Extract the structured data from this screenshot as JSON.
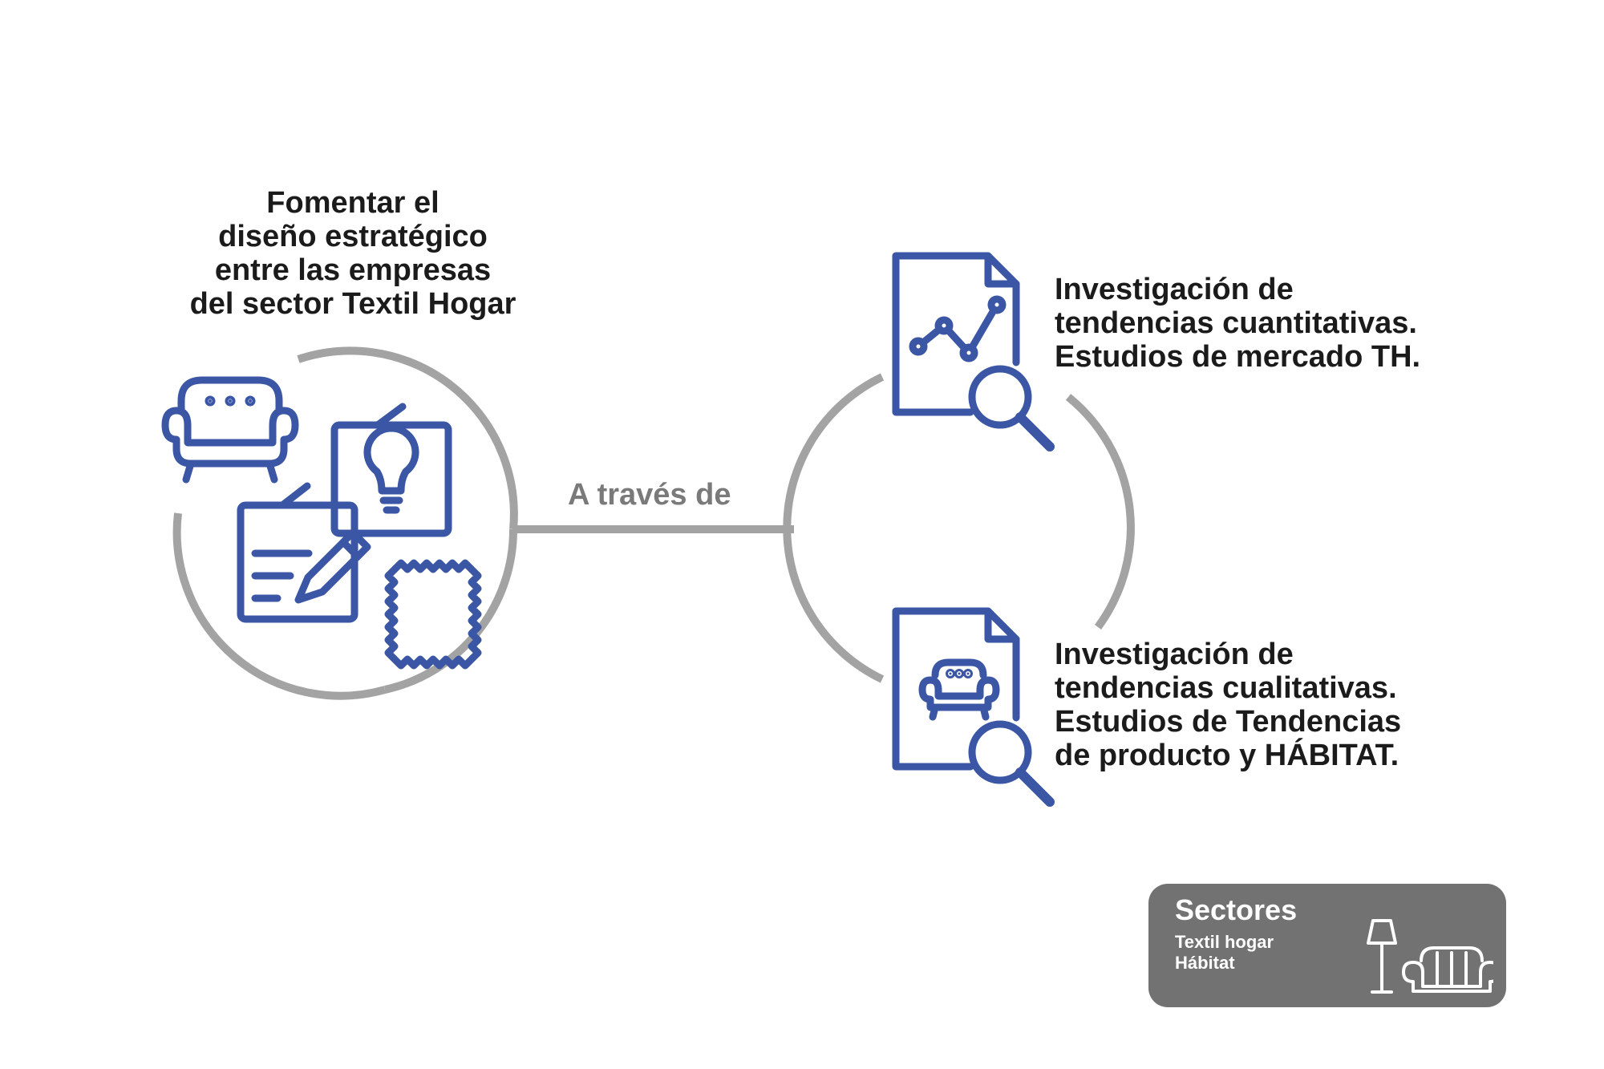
{
  "goal": {
    "lines": [
      "Fomentar el",
      "diseño estratégico",
      "entre las empresas",
      "del sector Textil Hogar"
    ]
  },
  "connector": {
    "label": "A través de"
  },
  "items": [
    {
      "lines": [
        "Investigación de",
        "tendencias cuantitativas.",
        "Estudios de mercado TH."
      ],
      "icon": "chart-document-magnifier-icon"
    },
    {
      "lines": [
        "Investigación de",
        "tendencias cualitativas.",
        "Estudios de Tendencias",
        "de producto y HÁBITAT."
      ],
      "icon": "sofa-document-magnifier-icon"
    }
  ],
  "sectors": {
    "title": "Sectores",
    "items": [
      "Textil hogar",
      "Hábitat"
    ]
  },
  "colors": {
    "icon_blue": "#3a56a5",
    "ring_gray": "#a3a3a3",
    "label_gray": "#7a7a7a",
    "text_dark": "#1b1b1b",
    "badge_bg": "#727272"
  }
}
